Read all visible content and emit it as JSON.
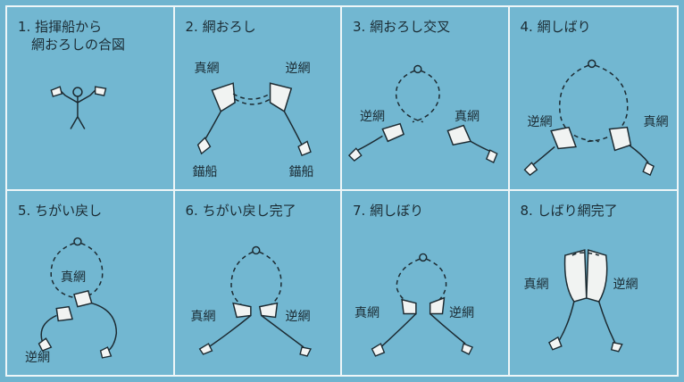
{
  "panels": [
    {
      "title": "1. 指揮船から\n　網おろしの合図",
      "labels": []
    },
    {
      "title": "2. 網おろし",
      "labels": [
        "真網",
        "逆網",
        "錨船",
        "錨船"
      ]
    },
    {
      "title": "3. 網おろし交叉",
      "labels": [
        "逆網",
        "真網"
      ]
    },
    {
      "title": "4. 網しばり",
      "labels": [
        "逆網",
        "真網"
      ]
    },
    {
      "title": "5. ちがい戻し",
      "labels": [
        "真網",
        "逆網"
      ]
    },
    {
      "title": "6. ちがい戻し完了",
      "labels": [
        "真網",
        "逆網"
      ]
    },
    {
      "title": "7. 網しぼり",
      "labels": [
        "真網",
        "逆網"
      ]
    },
    {
      "title": "8. しばり網完了",
      "labels": [
        "真網",
        "逆網"
      ]
    }
  ],
  "colors": {
    "background": "#72b7d1",
    "grid_lines": "#eef6f8",
    "ink": "#1c2a31"
  }
}
